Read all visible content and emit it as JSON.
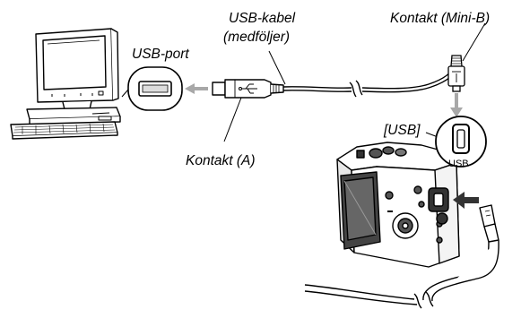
{
  "labels": {
    "usb_port": "USB-port",
    "usb_cable_line1": "USB-kabel",
    "usb_cable_line2": "(medföljer)",
    "connector_mini_b": "Kontakt (Mini-B)",
    "usb_bracket": "[USB]",
    "usb_port_mark": "USB",
    "connector_a": "Kontakt (A)"
  },
  "icons": {
    "arrow_color": "#a8a8a8",
    "line_color": "#000000"
  }
}
